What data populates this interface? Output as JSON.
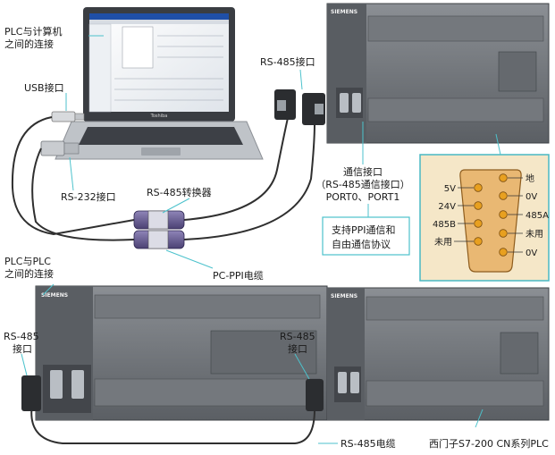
{
  "labels": {
    "plc_pc_link_1": "PLC与计算机",
    "plc_pc_link_2": "之间的连接",
    "usb_port": "USB接口",
    "rs232_port": "RS-232接口",
    "rs485_converter": "RS-485转换器",
    "rs485_port_top": "RS-485接口",
    "comm_port_1": "通信接口",
    "comm_port_2": "（RS-485通信接口）",
    "comm_port_3": "PORT0、PORT1",
    "ppi_note_1": "支持PPI通信和",
    "ppi_note_2": "自由通信协议",
    "pc_ppi_cable": "PC-PPI电缆",
    "plc_plc_link_1": "PLC与PLC",
    "plc_plc_link_2": "之间的连接",
    "rs485_port_left_1": "RS-485",
    "rs485_port_left_2": "接口",
    "rs485_port_mid_1": "RS-485",
    "rs485_port_mid_2": "接口",
    "rs485_cable": "RS-485电缆",
    "plc_series": "西门子S7-200 CN系列PLC"
  },
  "pinout": {
    "left": [
      "5V",
      "24V",
      "485B",
      "未用"
    ],
    "right": [
      "地",
      "0V",
      "485A",
      "未用",
      "0V"
    ]
  },
  "device_text": {
    "brand": "SIEMENS",
    "laptop_brand": "Toshiba"
  },
  "colors": {
    "plc_body": "#6f7378",
    "plc_dark": "#4e5257",
    "pinout_bg": "#f5e7c8",
    "connector_fill": "#e9b873",
    "pin": "#e8a020",
    "leader": "#4cc2cc",
    "converter": "#6a5f95"
  }
}
